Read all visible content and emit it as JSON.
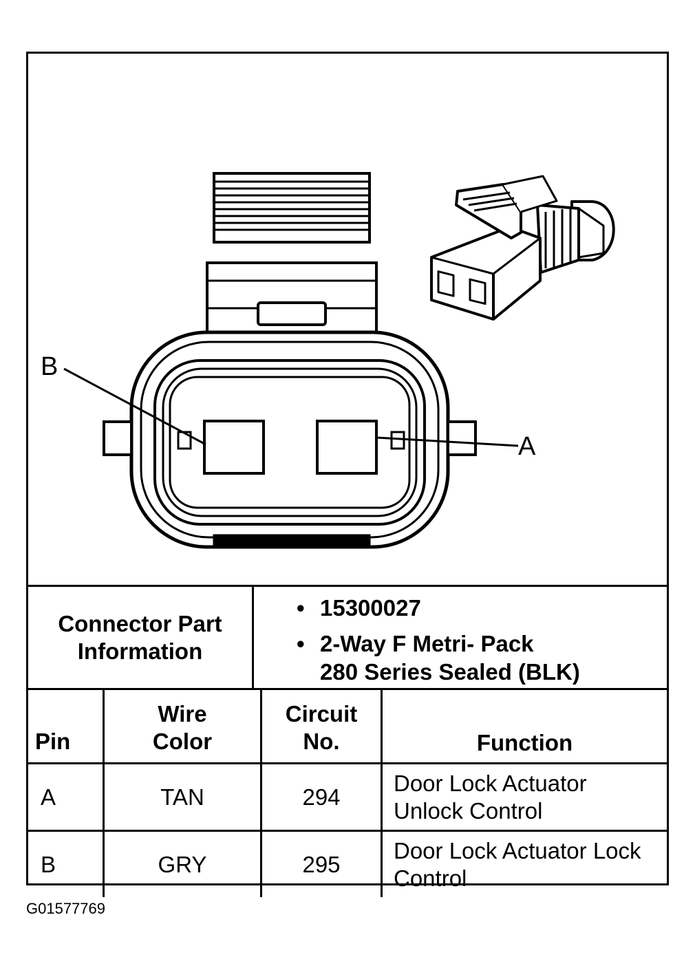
{
  "diagram": {
    "pin_labels": {
      "left": "B",
      "right": "A"
    }
  },
  "connector_info": {
    "label_line1": "Connector Part",
    "label_line2": "Information",
    "bullet_symbol": "•",
    "part_number": "15300027",
    "description_line1": "2-Way F Metri- Pack",
    "description_line2": "280 Series Sealed (BLK)"
  },
  "table": {
    "headers": {
      "pin": "Pin",
      "wire_color_line1": "Wire",
      "wire_color_line2": "Color",
      "circuit_line1": "Circuit",
      "circuit_line2": "No.",
      "function": "Function"
    },
    "rows": [
      {
        "pin": "A",
        "wire_color": "TAN",
        "circuit": "294",
        "function_line1": "Door Lock Actuator",
        "function_line2": "Unlock Control"
      },
      {
        "pin": "B",
        "wire_color": "GRY",
        "circuit": "295",
        "function_line1": "Door Lock Actuator Lock",
        "function_line2": "Control"
      }
    ]
  },
  "figure_id": "G01577769"
}
